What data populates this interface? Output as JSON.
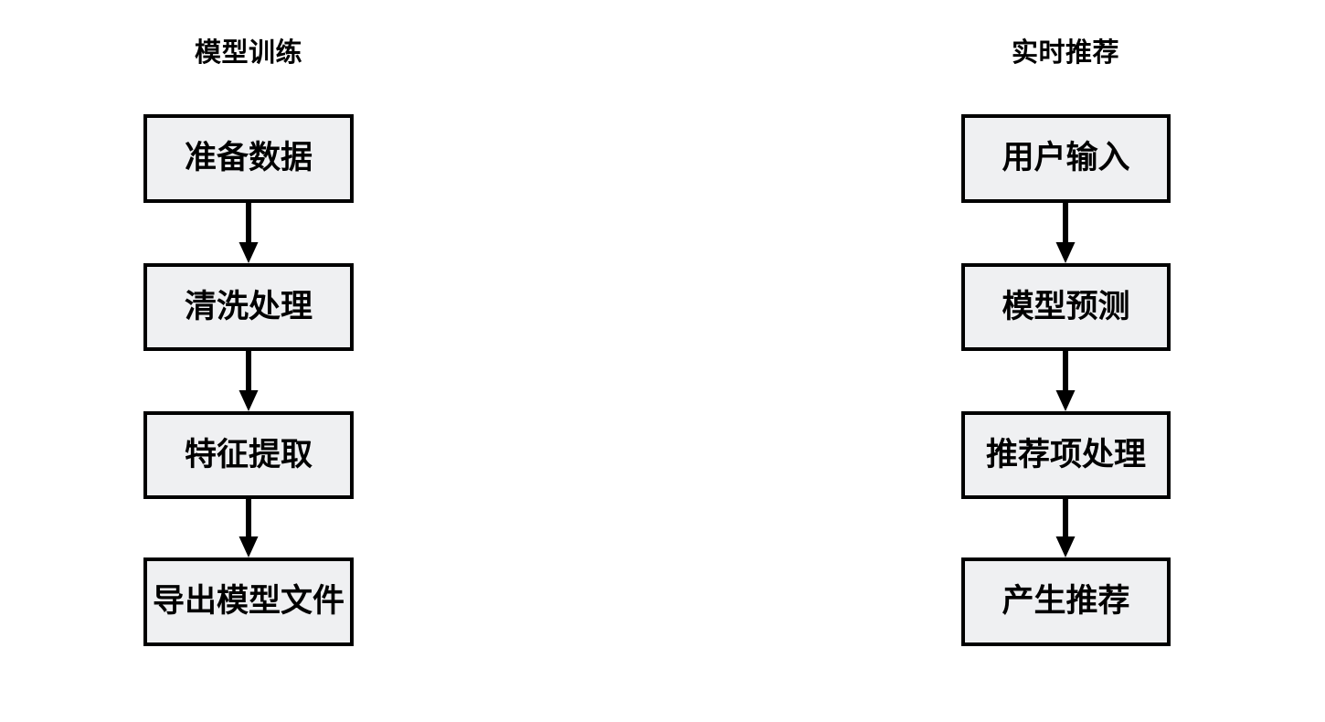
{
  "diagram": {
    "type": "flowchart",
    "orientation": "two-column-vertical",
    "background_color": "#ffffff",
    "node_fill_color": "#eff0f2",
    "node_border_color": "#000000",
    "text_color": "#000000",
    "arrow_color": "#000000"
  },
  "columns": [
    {
      "id": "model-training",
      "header": "模型训练",
      "nodes": [
        {
          "id": "prepare-data",
          "label": "准备数据"
        },
        {
          "id": "clean-process",
          "label": "清洗处理"
        },
        {
          "id": "feature-extract",
          "label": "特征提取"
        },
        {
          "id": "export-model-file",
          "label": "导出模型文件"
        }
      ],
      "edges": [
        {
          "from": "prepare-data",
          "to": "clean-process",
          "label": ""
        },
        {
          "from": "clean-process",
          "to": "feature-extract",
          "label": ""
        },
        {
          "from": "feature-extract",
          "to": "export-model-file",
          "label": ""
        }
      ]
    },
    {
      "id": "realtime-recommendation",
      "header": "实时推荐",
      "nodes": [
        {
          "id": "user-input",
          "label": "用户输入"
        },
        {
          "id": "model-predict",
          "label": "模型预测"
        },
        {
          "id": "recommend-item-process",
          "label": "推荐项处理"
        },
        {
          "id": "produce-recommendation",
          "label": "产生推荐"
        }
      ],
      "edges": [
        {
          "from": "user-input",
          "to": "model-predict",
          "label": ""
        },
        {
          "from": "model-predict",
          "to": "recommend-item-process",
          "label": ""
        },
        {
          "from": "recommend-item-process",
          "to": "produce-recommendation",
          "label": ""
        }
      ]
    }
  ]
}
